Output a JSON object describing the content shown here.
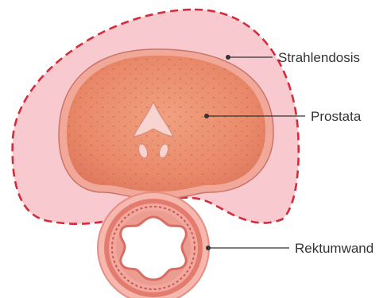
{
  "labels": {
    "dose": "Strahlendosis",
    "prostate": "Prostata",
    "rectum_wall": "Rektumwand"
  },
  "colors": {
    "dose_fill": "#f7c9cf",
    "dose_border": "#d62b3a",
    "prostate_capsule": "#f3a69a",
    "prostate_body": "#ea8a6c",
    "urethra": "#f7d4cf",
    "rectum_outer": "#f19a8f",
    "rectum_wall": "#c9574f",
    "leader_line": "#333333"
  },
  "icons": {
    "leader_marker": "dot"
  }
}
